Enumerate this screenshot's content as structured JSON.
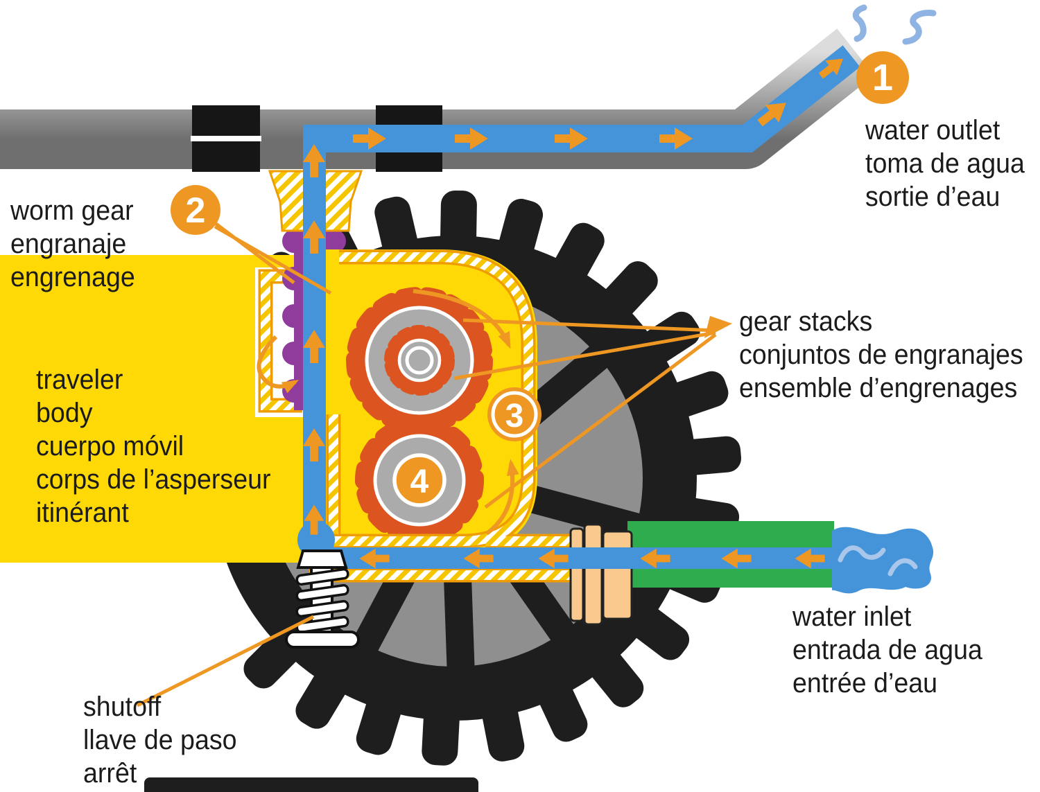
{
  "callouts": {
    "c1": {
      "number": "1",
      "lines": [
        "water outlet",
        "toma de agua",
        "sortie d’eau"
      ]
    },
    "c2": {
      "number": "2",
      "lines": [
        "worm gear",
        "engranaje",
        "engrenage"
      ]
    },
    "c3": {
      "number": "3",
      "lines": [
        "gear stacks",
        "conjuntos de engranajes",
        "ensemble d’engrenages"
      ]
    },
    "c4": {
      "number": "4"
    },
    "traveler_body": {
      "lines": [
        "traveler",
        "body",
        "cuerpo móvil",
        "corps de l’asperseur",
        "itinérant"
      ]
    },
    "shutoff": {
      "lines": [
        "shutoff",
        "llave de paso",
        "arrêt"
      ]
    },
    "water_inlet": {
      "lines": [
        "water inlet",
        "entrada de agua",
        "entrée d’eau"
      ]
    }
  },
  "colors": {
    "accent_orange": "#EE9722",
    "gear_orange": "#DC5420",
    "housing_yellow": "#FFD905",
    "worm_purple": "#8F3C9C",
    "water_blue": "#4594D9",
    "water_light_blue": "#8FB3E2",
    "hose_green": "#2FAC4E",
    "coupling_tan": "#F9C98E",
    "wheel_black": "#1E1E1E",
    "wheel_gray": "#8F8F8F",
    "hatch_gold": "#F5C500",
    "hatch_edge": "#EE9C00"
  }
}
